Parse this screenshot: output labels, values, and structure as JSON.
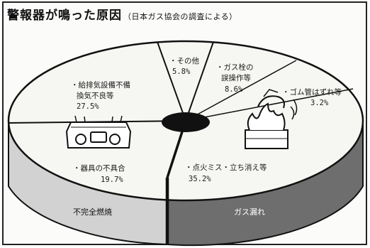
{
  "title": "警報器が鳴った原因",
  "subtitle": "（日本ガス協会の調査による）",
  "chart_data": {
    "type": "pie",
    "title": "警報器が鳴った原因",
    "subtitle": "（日本ガス協会の調査による）",
    "slices": [
      {
        "label": "・その他",
        "value": 5.8,
        "value_text": "5.8%"
      },
      {
        "label": "・ガス栓の誤操作等",
        "value": 8.6,
        "value_text": "8.6%"
      },
      {
        "label": "・ゴム管はずれ等",
        "value": 3.2,
        "value_text": "3.2%"
      },
      {
        "label": "・点火ミス・立ち消え等",
        "value": 35.2,
        "value_text": "35.2%"
      },
      {
        "label": "・器具の不具合",
        "value": 19.7,
        "value_text": "19.7%"
      },
      {
        "label": "・給排気設備不備換気不良等",
        "value": 27.5,
        "value_text": "27.5%"
      }
    ],
    "groups": [
      {
        "label": "ガス漏れ",
        "color": "#6e6e6e"
      },
      {
        "label": "不完全燃焼",
        "color": "#cfcfcf"
      }
    ]
  },
  "labels": {
    "other_l1": "・その他",
    "other_pct": "5.8%",
    "valve_l1": "・ガス栓の",
    "valve_l2": "誤操作等",
    "valve_pct": "8.6%",
    "hose_l1": "・ゴム管はずれ等",
    "hose_pct": "3.2%",
    "ignition_l1": "・点火ミス・立ち消え等",
    "ignition_pct": "35.2%",
    "appliance_l1": "・器具の不具合",
    "appliance_pct": "19.7%",
    "exhaust_l1": "・給排気設備不備",
    "exhaust_l2": "換気不良等",
    "exhaust_pct": "27.5%"
  },
  "bands": {
    "left": "不完全燃焼",
    "right": "ガス漏れ"
  }
}
